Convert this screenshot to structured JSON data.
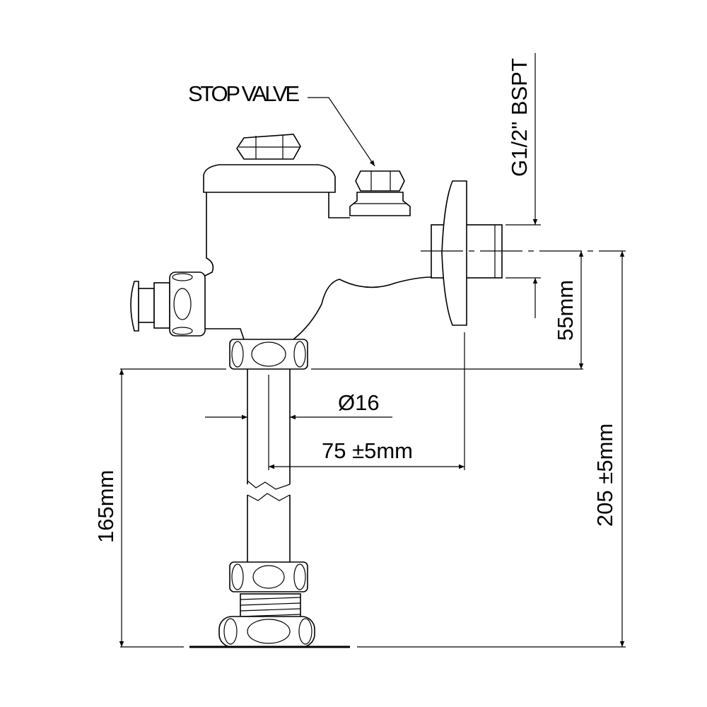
{
  "labels": {
    "stop_valve": "STOP VALVE",
    "inlet_thread": "G1/2\" BSPT",
    "height_55": "55mm",
    "pipe_diameter": "Ø16",
    "offset_75": "75 ±5mm",
    "height_165": "165mm",
    "height_205": "205 ±5mm"
  }
}
